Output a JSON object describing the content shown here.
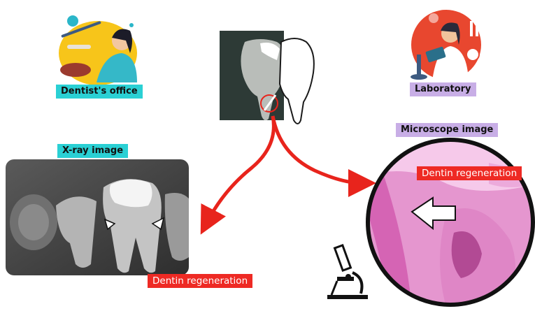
{
  "labels": {
    "dentist_office": "Dentist's office",
    "laboratory": "Laboratory",
    "xray_image": "X-ray image",
    "microscope_image": "Microscope image",
    "dentin_regen_xray": "Dentin regeneration",
    "dentin_regen_micro": "Dentin regeneration"
  },
  "colors": {
    "label_cyan": "#2ad0d4",
    "label_lavender": "#c8aee6",
    "label_red": "#ee2a24",
    "arrow_red": "#e8241c",
    "tissue_pink": "#e07ac4"
  },
  "icons": [
    "dentist-illustration",
    "laboratory-illustration",
    "tooth-xray-icon",
    "microscope-icon"
  ]
}
